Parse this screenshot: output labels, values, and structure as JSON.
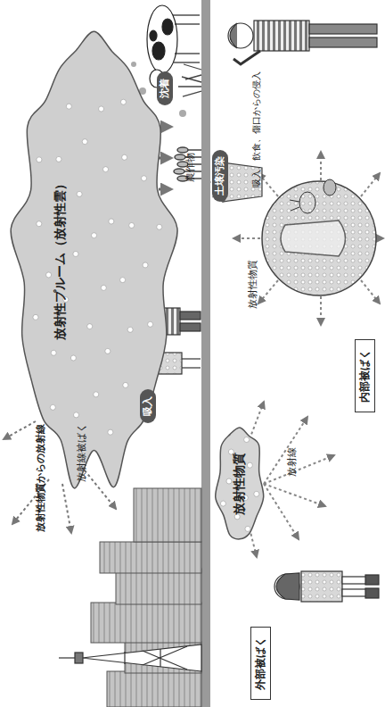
{
  "diagram": {
    "nodes": [
      {
        "text": [
          "放射性プルーム（放射性雲）"
        ]
      },
      {
        "text": [
          "吸入"
        ]
      },
      {
        "text": [
          "沈着"
        ]
      },
      {
        "text": [
          "土壌汚染"
        ]
      },
      {
        "text": [
          "放射性物質"
        ]
      },
      {
        "text": [
          "外部被ばく"
        ]
      },
      {
        "text": [
          "内部被ばく"
        ]
      }
    ],
    "labels": [
      "放射性物質からの放射線",
      "放射線被ばく",
      "農作物",
      "放射線",
      "放射性物質",
      "吸入、飲食、傷口からの侵入"
    ]
  }
}
